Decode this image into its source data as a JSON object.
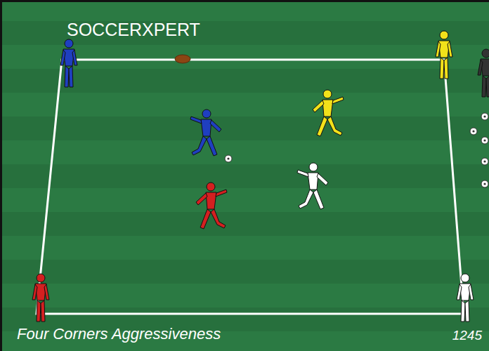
{
  "diagram": {
    "caption": "Four Corners Aggressiveness",
    "labels": [
      "SOCCERXPERT",
      "1245"
    ]
  }
}
